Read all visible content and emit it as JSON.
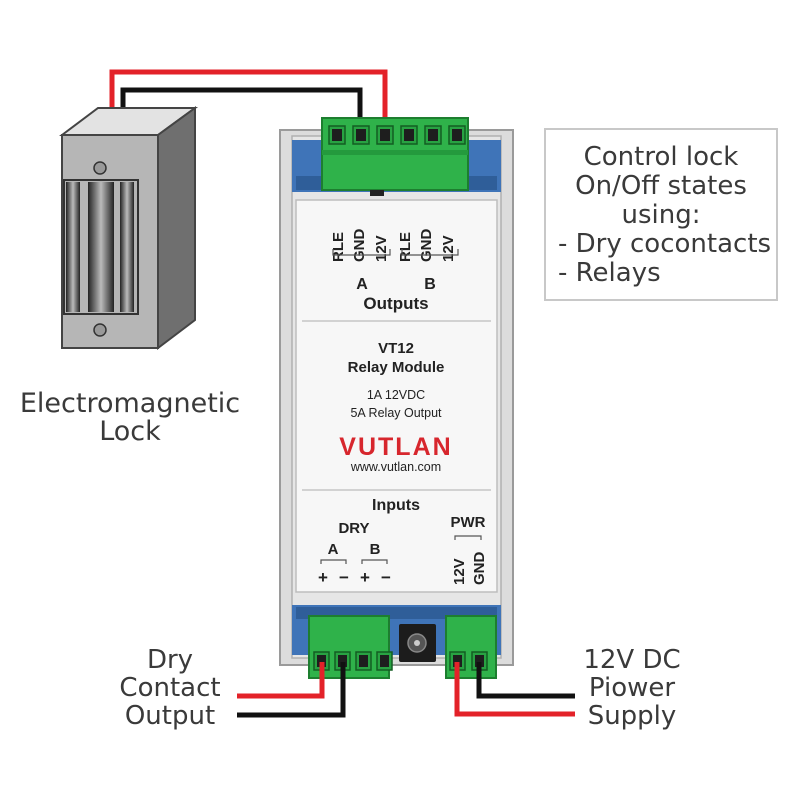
{
  "lock_label": [
    "Electromagnetic",
    "Lock"
  ],
  "note": {
    "lines": [
      "Control lock",
      "On/Off states",
      "using:",
      "- Dry cocontacts",
      "- Relays"
    ]
  },
  "device": {
    "outputs": {
      "title": "Outputs",
      "pins": [
        "RLE",
        "GND",
        "12V",
        "RLE",
        "GND",
        "12V"
      ],
      "groups": [
        "A",
        "B"
      ]
    },
    "model": "VT12",
    "name": "Relay Module",
    "spec1": "1A 12VDC",
    "spec2": "5A Relay Output",
    "brand": "VUTLAN",
    "url": "www.vutlan.com",
    "inputs": {
      "title": "Inputs",
      "dry_label": "DRY",
      "groups": [
        "A",
        "B"
      ],
      "signs": [
        "+",
        "−",
        "+",
        "−"
      ],
      "pwr_label": "PWR",
      "pwr_pins": [
        "12V",
        "GND"
      ]
    },
    "colors": {
      "terminal_green": "#2fb24a",
      "rail_blue": "#3f74b8",
      "brand_red": "#d7262d",
      "wire_red": "#e32229",
      "wire_black": "#111111"
    }
  },
  "dry_label": [
    "Dry",
    "Contact",
    "Output"
  ],
  "power_label": [
    "12V DC",
    "Piower",
    "Supply"
  ]
}
